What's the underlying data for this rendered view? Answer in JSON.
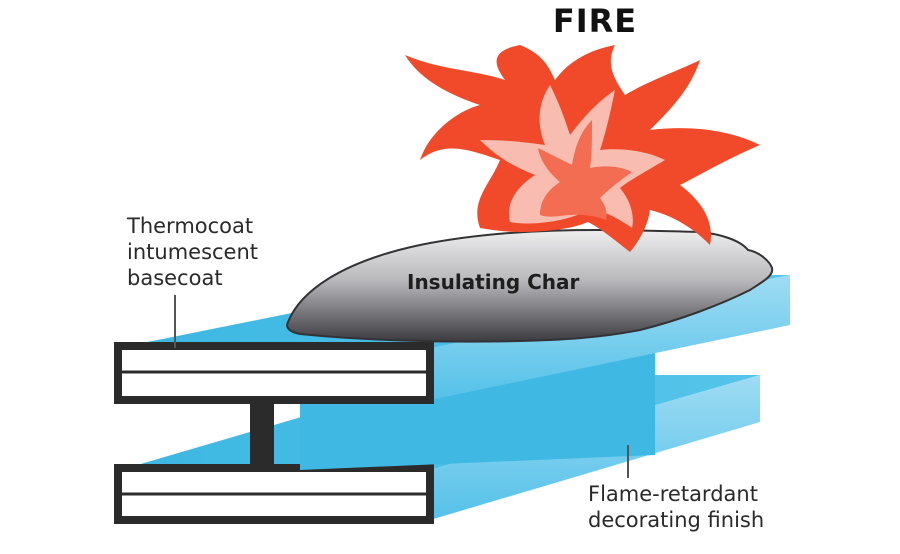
{
  "diagram": {
    "title": "FIRE",
    "char_label": "Insulating Char",
    "basecoat_label": {
      "line1": "Thermocoat",
      "line2": "intumescent",
      "line3": "basecoat"
    },
    "finish_label": {
      "line1": "Flame-retardant",
      "line2": "decorating finish"
    },
    "colors": {
      "fire_outer": "#f04a2a",
      "fire_inner": "#f6b4a8",
      "coating_blue": "#45bde6",
      "steel_outline": "#2b2b2b",
      "char_gray": "#8c8c90"
    }
  }
}
